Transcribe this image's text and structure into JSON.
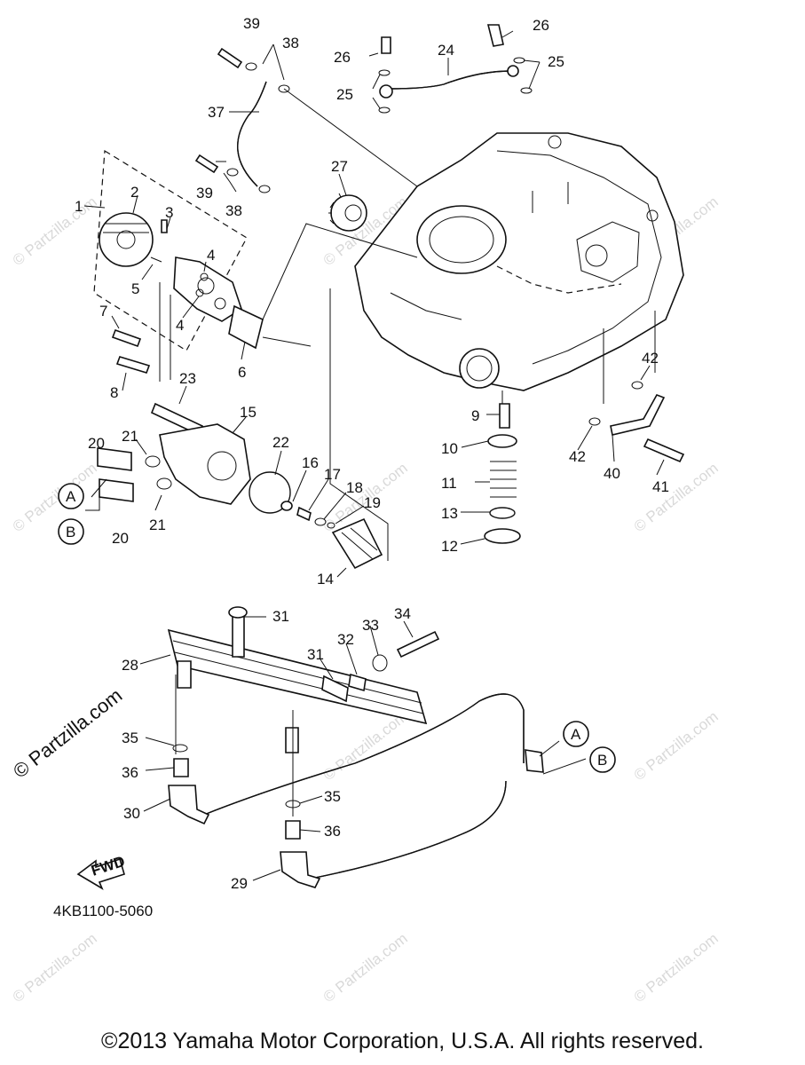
{
  "callouts": [
    "1",
    "2",
    "3",
    "4",
    "4",
    "5",
    "6",
    "7",
    "8",
    "9",
    "10",
    "11",
    "12",
    "13",
    "14",
    "15",
    "16",
    "17",
    "18",
    "19",
    "20",
    "20",
    "21",
    "21",
    "22",
    "23",
    "24",
    "25",
    "25",
    "26",
    "26",
    "27",
    "28",
    "29",
    "30",
    "31",
    "31",
    "32",
    "33",
    "34",
    "35",
    "35",
    "36",
    "36",
    "37",
    "38",
    "38",
    "39",
    "39",
    "40",
    "41",
    "42",
    "42"
  ],
  "connectors": [
    "A",
    "B",
    "A",
    "B"
  ],
  "fwd_label": "FWD",
  "diagram_code": "4KB1100-5060",
  "side_watermark": "© Partzilla.com",
  "faint_watermark": "© Partzilla.com",
  "copyright": "©2013 Yamaha Motor Corporation, U.S.A. All rights reserved."
}
